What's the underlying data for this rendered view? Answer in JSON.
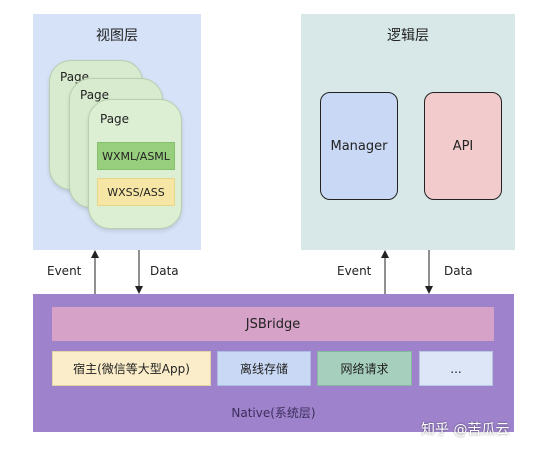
{
  "view_layer": {
    "title": "视图层",
    "pages": [
      "Page",
      "Page",
      "Page"
    ],
    "wxml": "WXML/ASML",
    "wxss": "WXSS/ASS"
  },
  "logic_layer": {
    "title": "逻辑层",
    "manager": "Manager",
    "api": "API"
  },
  "connectors": {
    "left_event": "Event",
    "left_data": "Data",
    "right_event": "Event",
    "right_data": "Data"
  },
  "native_layer": {
    "jsbridge": "JSBridge",
    "items": [
      "宿主(微信等大型App)",
      "离线存储",
      "网络请求",
      "..."
    ],
    "label": "Native(系统层)"
  },
  "watermark": "知乎 @苦瓜云",
  "colors": {
    "view_bg": "#d6e2f7",
    "logic_bg": "#d8e7e7",
    "native_bg": "#9e83cc",
    "jsbridge_bg": "#d7a2c8",
    "page_card": "#d8ebcf",
    "manager_bg": "#c9d9f5",
    "api_bg": "#f2cccc"
  }
}
